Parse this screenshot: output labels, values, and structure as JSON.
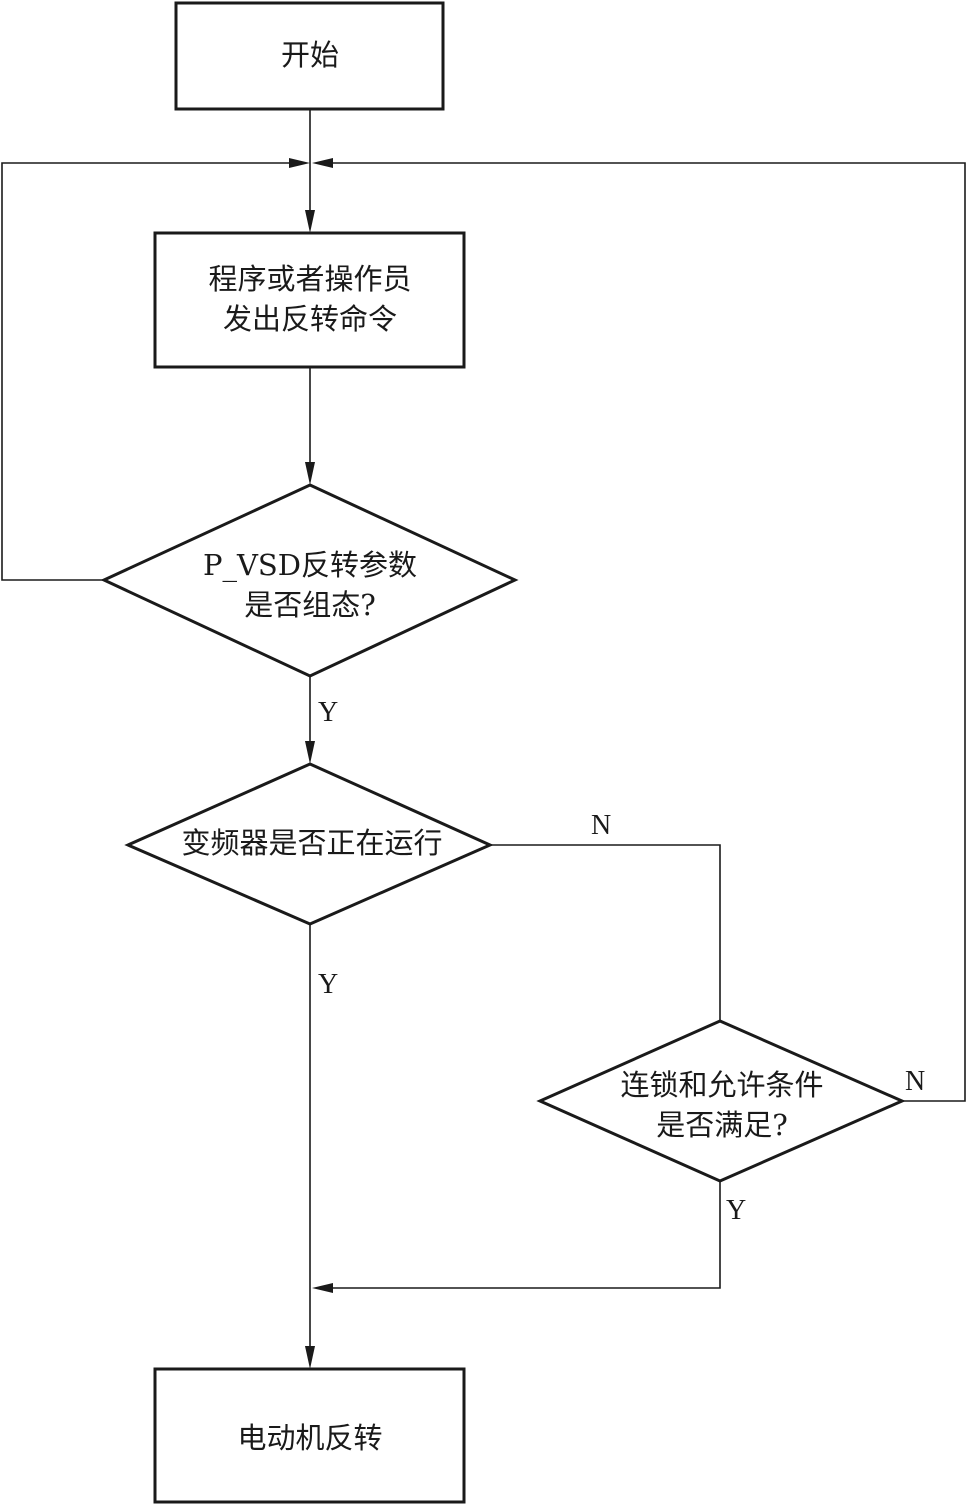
{
  "nodes": {
    "start": {
      "lines": [
        "开始"
      ]
    },
    "issue_command": {
      "lines": [
        "程序或者操作员",
        "发出反转命令"
      ]
    },
    "param_check": {
      "lines": [
        "P_VSD反转参数",
        "是否组态?"
      ]
    },
    "running_check": {
      "lines": [
        "变频器是否正在运行"
      ]
    },
    "interlock_check": {
      "lines": [
        "连锁和允许条件",
        "是否满足?"
      ]
    },
    "motor_reverse": {
      "lines": [
        "电动机反转"
      ]
    }
  },
  "edge_labels": {
    "param_yes": "Y",
    "running_no": "N",
    "running_yes": "Y",
    "interlock_no": "N",
    "interlock_yes": "Y"
  }
}
